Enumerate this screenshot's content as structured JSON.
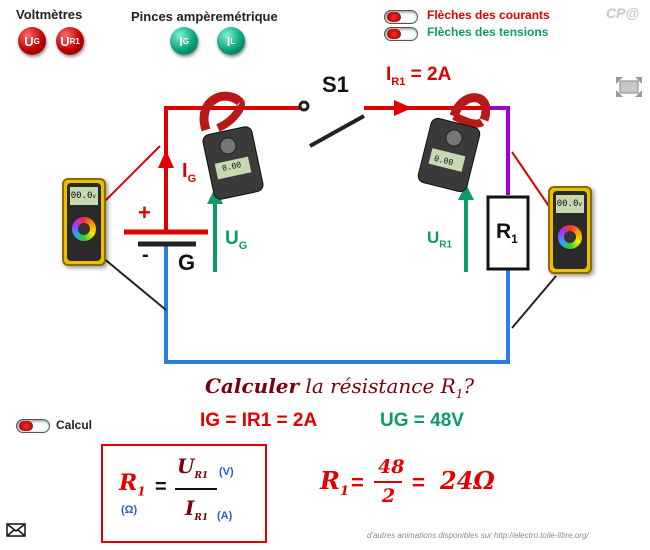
{
  "header": {
    "voltmetres_title": "Voltmètres",
    "voltmetre_buttons": [
      {
        "main": "U",
        "sub": "G"
      },
      {
        "main": "U",
        "sub": "R1"
      }
    ],
    "pinces_title": "Pinces ampèremétrique",
    "pince_buttons": [
      {
        "main": "I",
        "sub": "G"
      },
      {
        "main": "I",
        "sub": "L"
      }
    ],
    "toggle_courants_label": "Flèches des courants",
    "toggle_tensions_label": "Flèches des tensions",
    "logo": "CP@"
  },
  "circuit": {
    "switch_label": "S1",
    "current_label_main": "I",
    "current_label_sub": "R1",
    "current_value": " = 2A",
    "ig_main": "I",
    "ig_sub": "G",
    "ug_main": "U",
    "ug_sub": "G",
    "ur1_main": "U",
    "ur1_sub": "R1",
    "plus": "+",
    "minus": "-",
    "generator": "G",
    "resistor_main": "R",
    "resistor_sub": "1",
    "meter_left_display": "00.0",
    "meter_left_unit": "v",
    "meter_right_display": "00.0",
    "meter_right_unit": "v",
    "clamp_left_display": "0.00",
    "clamp_right_display": "0.00"
  },
  "exercise": {
    "question_a": "Calculer",
    "question_b": " la résistance R",
    "question_sub": "1",
    "question_end": "?",
    "calcul_label": "Calcul",
    "given_current": "IG = IR1 = 2A",
    "given_voltage": "UG = 48V",
    "formula": {
      "r": "R",
      "r_sub": "1",
      "r_unit": "(Ω)",
      "eq": "=",
      "u": "U",
      "u_sub": "R1",
      "u_unit": "(V)",
      "i": "I",
      "i_sub": "R1",
      "i_unit": "(A)"
    },
    "result": {
      "r": "R",
      "r_sub": "1",
      "eq1": "=",
      "num": "48",
      "den": "2",
      "eq2": "=",
      "value": "24Ω"
    }
  },
  "footer": {
    "credit": "d'autres animations disponibles sur http://electro.toile-libre.org/"
  },
  "colors": {
    "red": "#e00000",
    "teal": "#0f9a6c",
    "blue": "#2a7de1",
    "purple": "#a000c8",
    "dark_red": "#7a0010"
  }
}
